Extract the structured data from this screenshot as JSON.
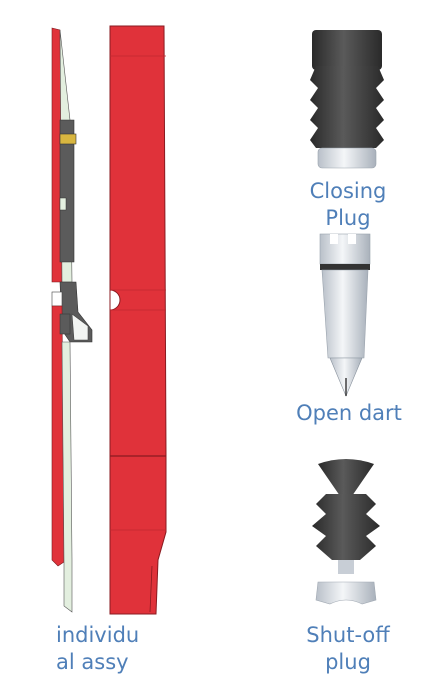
{
  "labels": {
    "closing_plug": "Closing\nPlug",
    "open_dart": "Open dart",
    "shutoff_plug": "Shut-off\nplug",
    "individual_assy": "individu\nal assy"
  },
  "colors": {
    "body_red": "#e0323a",
    "dark_red": "#b8222a",
    "rubber_dark": "#3a3a3a",
    "label_blue": "#4f7fb8",
    "metal_light": "#dfe3e8"
  }
}
